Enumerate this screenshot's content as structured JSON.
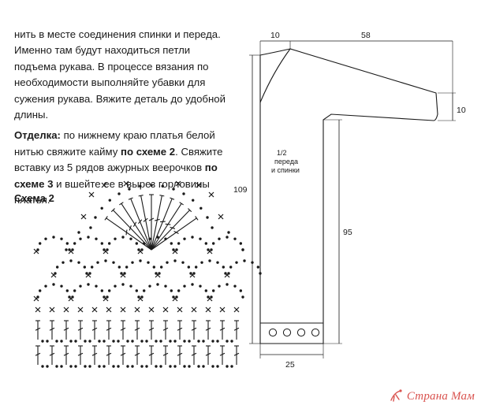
{
  "text": {
    "para1": "нить в месте соединения спинки и переда. Именно там будут находиться петли подъема рукава. В процессе вязания по необходимости выполняйте убавки для сужения рукава. Вяжите деталь до удобной длины.",
    "para2": {
      "heading": "Отделка:",
      "part1": " по нижнему краю платья белой нитью свяжите кайму ",
      "bold1": "по схеме 2",
      "part2": ". Свяжите вставку из 5 рядов ажурных веерочков ",
      "bold2": "по схеме 3",
      "part3": " и вшейте ее в вырез горловины платья."
    }
  },
  "scheme": {
    "title": "Схема 2"
  },
  "diagram": {
    "dims": {
      "top_left": "10",
      "top_right": "58",
      "right_cuff": "10",
      "left_height": "109",
      "inner_height": "95",
      "bottom_width": "25"
    },
    "label_line1": "1/2",
    "label_line2": "переда",
    "label_line3": "и спинки",
    "colors": {
      "line": "#1a1a1a"
    }
  },
  "watermark": {
    "text": "Страна Мам",
    "color": "#d9534f",
    "icon": "stork-icon"
  }
}
